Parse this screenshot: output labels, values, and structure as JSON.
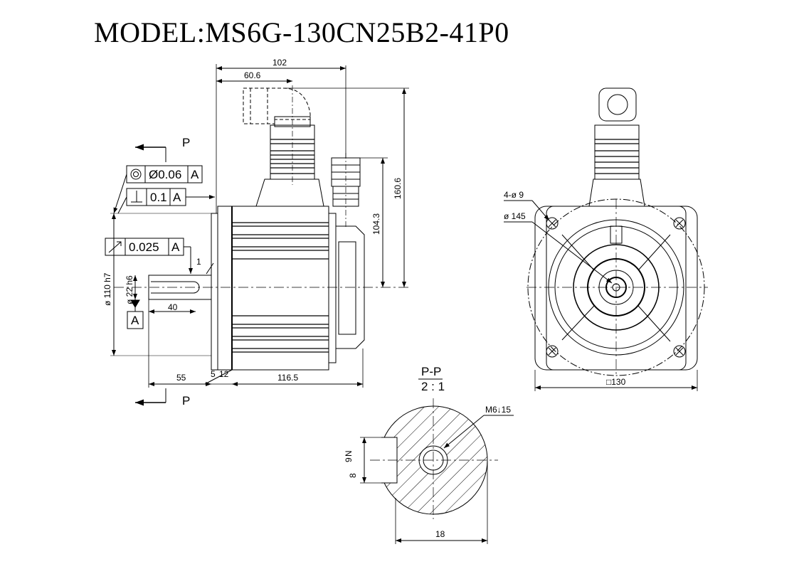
{
  "title": "MODEL:MS6G-130CN25B2-41P0",
  "section_marks": {
    "top": "P",
    "bottom": "P"
  },
  "section_view": {
    "title": "P-P",
    "scale": "2 : 1",
    "thread": "M6↓15",
    "dim_width": "18",
    "dim_9": "9",
    "dim_N": "N",
    "dim_8": "8"
  },
  "dimensions": {
    "d102": "102",
    "d60_6": "60.6",
    "d160_6": "160.6",
    "d104_3": "104.3",
    "d1": "1",
    "d40": "40",
    "d55": "55",
    "d5": "5",
    "d12": "12",
    "d116_5": "116.5",
    "d110": "ø 110  h7",
    "d22": "ø 22  h6",
    "d4x9": "4-ø 9",
    "d145": "ø 145",
    "d130": "□130"
  },
  "tolerances": [
    {
      "symbol": "concentricity",
      "value": "Ø0.06",
      "datum": "A"
    },
    {
      "symbol": "perpendicularity",
      "value": "0.1",
      "datum": "A"
    },
    {
      "symbol": "runout",
      "value": "0.025",
      "datum": "A"
    }
  ],
  "datum_label": "A"
}
